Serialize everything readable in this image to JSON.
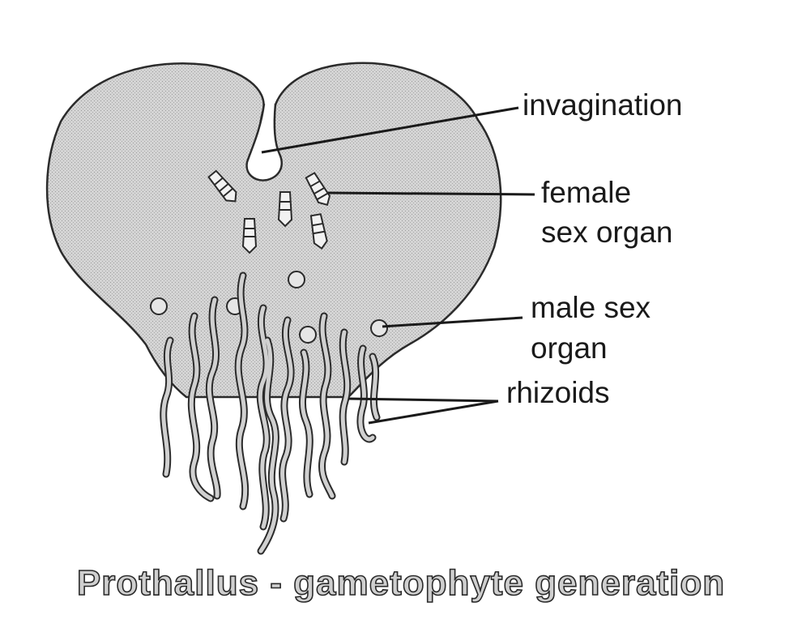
{
  "title": "Prothallus - gametophyte generation",
  "labels": {
    "invagination": "invagination",
    "female_line1": "female",
    "female_line2": "sex organ",
    "male_line1": "male sex",
    "male_line2": "organ",
    "rhizoids": "rhizoids"
  },
  "colors": {
    "thallus_fill": "#d2d2d2",
    "outline": "#2b2b2b",
    "text": "#1a1a1a"
  }
}
